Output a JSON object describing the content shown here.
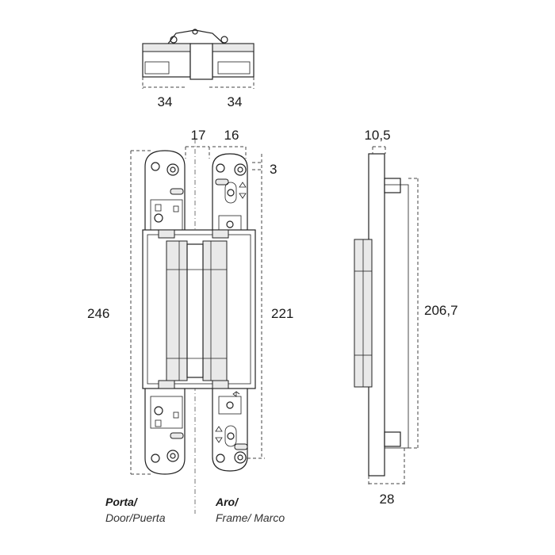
{
  "dimensions": {
    "top_left": "34",
    "top_right": "34",
    "gap": "17",
    "width": "16",
    "offset": "3",
    "door_height": "246",
    "frame_height": "221",
    "side_width": "10,5",
    "side_height": "206,7",
    "side_depth": "28"
  },
  "labels": {
    "door_title": "Porta/",
    "door_sub": "Door/Puerta",
    "frame_title": "Aro/",
    "frame_sub": "Frame/ Marco"
  }
}
